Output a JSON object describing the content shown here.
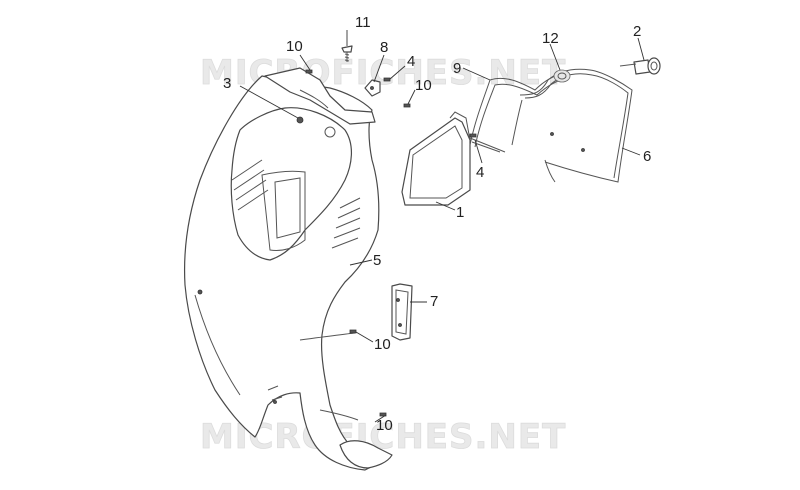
{
  "watermark": {
    "top": "MICROFICHES.NET",
    "bottom": "MICROFICHES.NET"
  },
  "callouts": {
    "c1": "1",
    "c2": "2",
    "c3": "3",
    "c4a": "4",
    "c4b": "4",
    "c5": "5",
    "c6": "6",
    "c7": "7",
    "c8": "8",
    "c9": "9",
    "c10a": "10",
    "c10b": "10",
    "c10c": "10",
    "c10d": "10",
    "c11": "11",
    "c12": "12"
  }
}
